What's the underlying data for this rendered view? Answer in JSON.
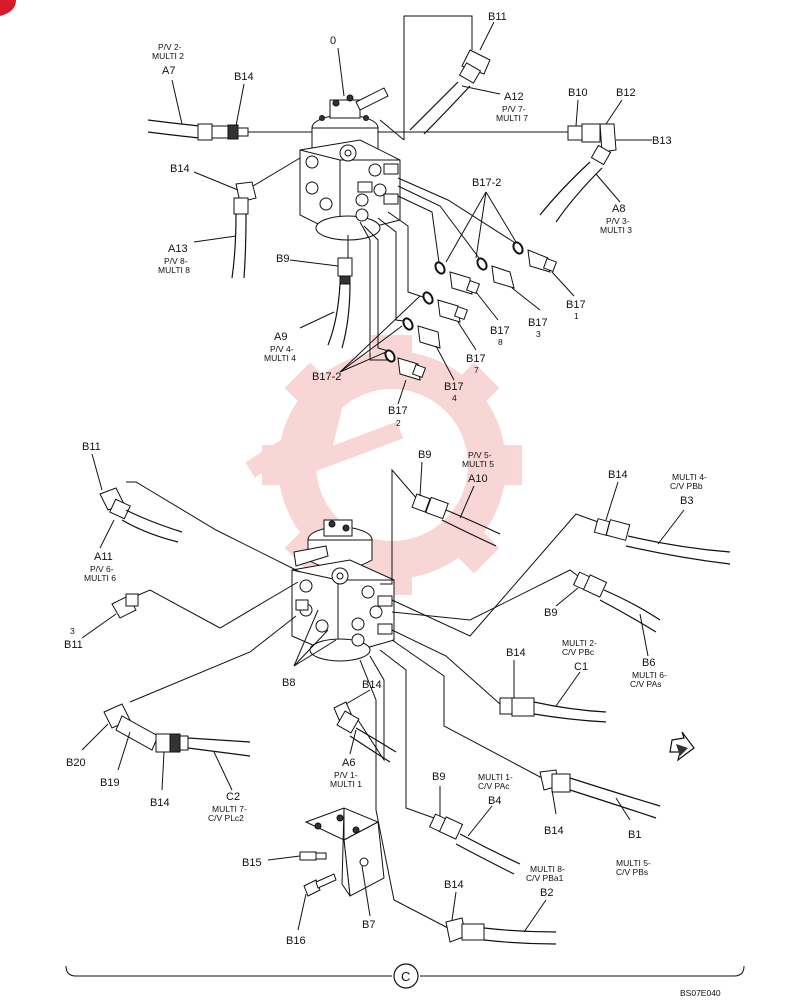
{
  "drawing_code": "BS07E040",
  "section_marker": "C",
  "labels": {
    "p0": "0",
    "a7": "A7",
    "a7_sub1": "P/V 2-",
    "a7_sub2": "MULTI 2",
    "b14_top": "B14",
    "b11_top": "B11",
    "a12": "A12",
    "a12_sub1": "P/V 7-",
    "a12_sub2": "MULTI 7",
    "b10": "B10",
    "b12": "B12",
    "b13": "B13",
    "a8": "A8",
    "a8_sub1": "P/V 3-",
    "a8_sub2": "MULTI 3",
    "b14_left": "B14",
    "a13": "A13",
    "a13_sub1": "P/V 8-",
    "a13_sub2": "MULTI 8",
    "b172_top": "B17-2",
    "b9_top": "B9",
    "b17_1": "B17",
    "b17_1_n": "1",
    "b17_8": "B17",
    "b17_8_n": "8",
    "b17_3": "B17",
    "b17_3_n": "3",
    "a9": "A9",
    "a9_sub1": "P/V 4-",
    "a9_sub2": "MULTI 4",
    "b17_7": "B17",
    "b17_7_n": "7",
    "b172_bot": "B17-2",
    "b17_4": "B17",
    "b17_4_n": "4",
    "b17_2": "B17",
    "b17_2_n": "2",
    "b11_mid": "B11",
    "b9_mid": "B9",
    "a10": "A10",
    "a10_sub1": "P/V 5-",
    "a10_sub2": "MULTI 5",
    "b14_r1": "B14",
    "b3": "B3",
    "b3_sub1": "MULTI 4-",
    "b3_sub2": "C/V PBb",
    "a11": "A11",
    "a11_sub1": "P/V 6-",
    "a11_sub2": "MULTI 6",
    "b11_3": "B11",
    "b11_3_n": "3",
    "b9_r": "B9",
    "b6": "B6",
    "b6_sub1": "MULTI 6-",
    "b6_sub2": "C/V PAs",
    "b14_c1": "B14",
    "c1": "C1",
    "c1_sub1": "MULTI 2-",
    "c1_sub2": "C/V PBc",
    "b8": "B8",
    "b14_a6": "B14",
    "a6": "A6",
    "a6_sub1": "P/V 1-",
    "a6_sub2": "MULTI 1",
    "b20": "B20",
    "b19": "B19",
    "b14_b19": "B14",
    "c2": "C2",
    "c2_sub1": "MULTI 7-",
    "c2_sub2": "C/V PLc2",
    "b9_b4": "B9",
    "b4": "B4",
    "b4_sub1": "MULTI 1-",
    "b4_sub2": "C/V PAc",
    "b14_b1": "B14",
    "b1": "B1",
    "b1_sub1": "MULTI 5-",
    "b1_sub2": "C/V PBs",
    "b15": "B15",
    "b7": "B7",
    "b16": "B16",
    "b14_b2": "B14",
    "b2": "B2",
    "b2_sub1": "MULTI 8-",
    "b2_sub2": "C/V PBa1"
  }
}
